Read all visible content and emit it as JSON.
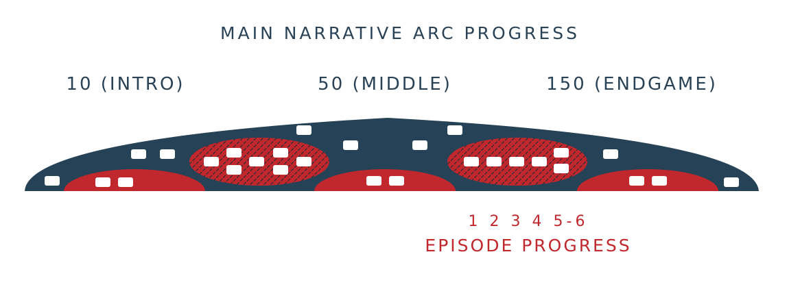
{
  "diagram": {
    "title": "MAIN NARRATIVE ARC PROGRESS",
    "arc_markers": [
      {
        "label": "10 (INTRO)"
      },
      {
        "label": "50 (MIDDLE)"
      },
      {
        "label": "150 (ENDGAME)"
      }
    ],
    "episode_numbers": "1 2 3 4 5-6",
    "episode_label": "EPISODE PROGRESS",
    "colors": {
      "arc": "#264257",
      "episode": "#c0282d",
      "marker": "#ffffff",
      "text_dark": "#2a4256",
      "text_red": "#c0282d"
    }
  }
}
